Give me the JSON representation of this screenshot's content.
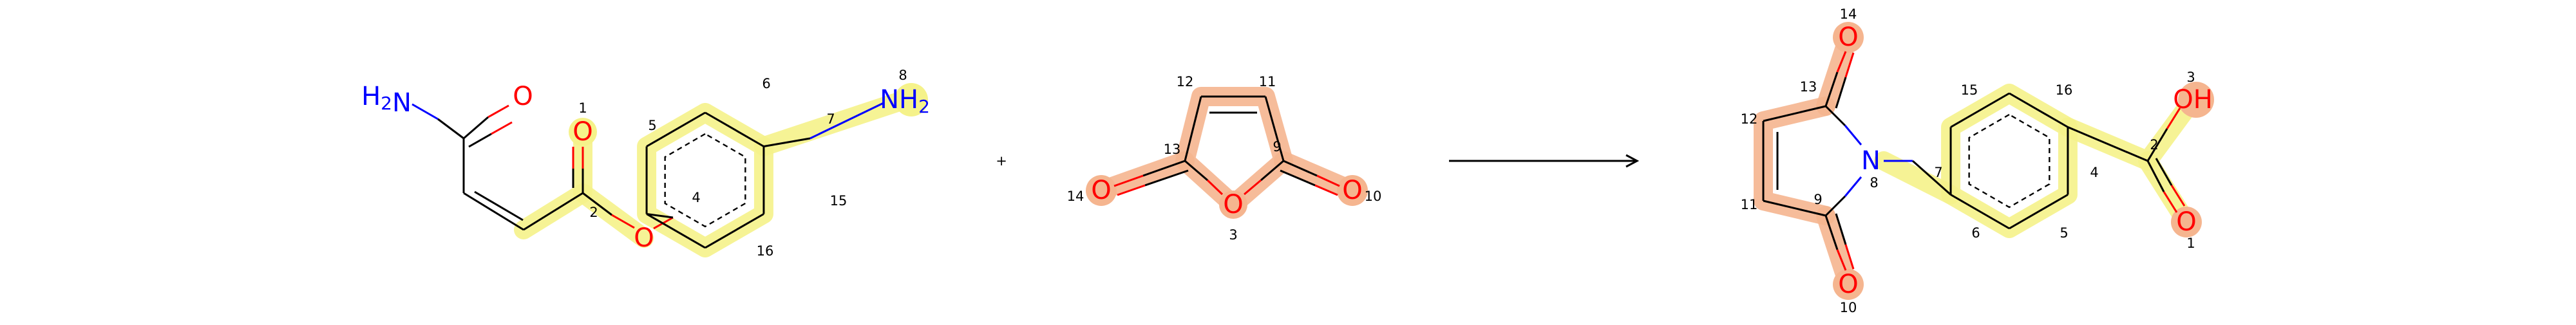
{
  "colors": {
    "highlight_yellow": "#f5f28a",
    "highlight_orange": "#f5b58f",
    "oxygen": "#ff0000",
    "nitrogen": "#0000ff",
    "bond": "#000000"
  },
  "reactant1": {
    "atoms": {
      "h2n": "H2N",
      "o_amide": "O",
      "o1": "O",
      "o_ester": "O",
      "nh2": "NH2"
    },
    "numbers": {
      "n1": "1",
      "n2": "2",
      "n4": "4",
      "n5": "5",
      "n6": "6",
      "n7": "7",
      "n8": "8",
      "n15": "15",
      "n16": "16"
    }
  },
  "plus": "+",
  "reactant2": {
    "atoms": {
      "o3": "O",
      "o10": "O",
      "o14": "O"
    },
    "numbers": {
      "n3": "3",
      "n9": "9",
      "n10": "10",
      "n11": "11",
      "n12": "12",
      "n13": "13",
      "n14": "14"
    }
  },
  "arrow": "→",
  "product": {
    "atoms": {
      "o14": "O",
      "o10": "O",
      "n8": "N",
      "oh3": "OH",
      "o1": "O"
    },
    "numbers": {
      "n1": "1",
      "n2": "2",
      "n3": "3",
      "n4": "4",
      "n5": "5",
      "n6": "6",
      "n7": "7",
      "n8": "8",
      "n9": "9",
      "n10": "10",
      "n11": "11",
      "n12": "12",
      "n13": "13",
      "n14": "14",
      "n15": "15",
      "n16": "16"
    }
  }
}
